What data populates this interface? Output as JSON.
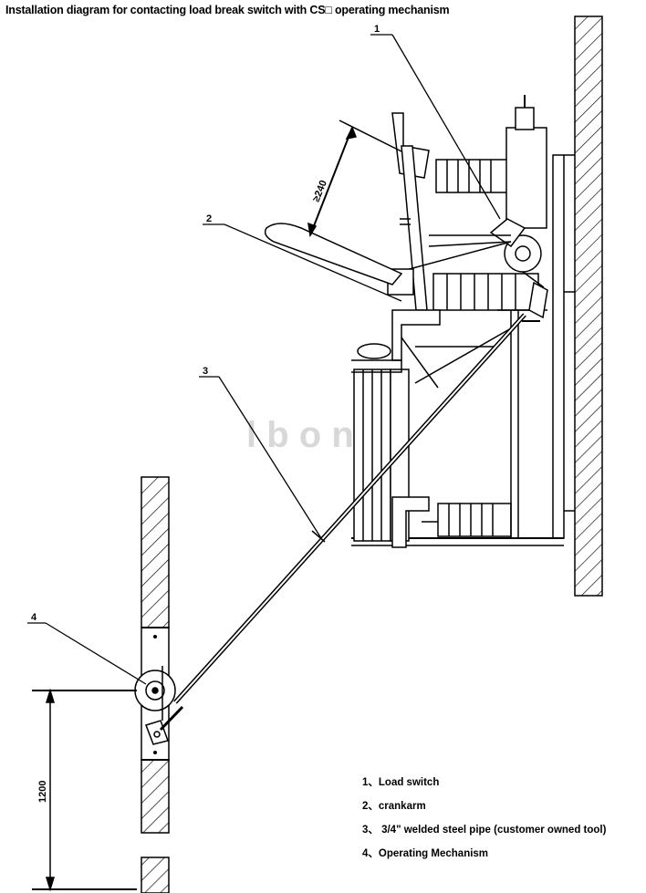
{
  "title": "Installation diagram for contacting load break switch with CS□ operating mechanism",
  "callouts": [
    "1",
    "2",
    "3",
    "4"
  ],
  "dimensions": {
    "clearance": "≥240",
    "height": "1200"
  },
  "watermark": "l b o  n",
  "legend": [
    "1、Load switch",
    "2、crankarm",
    "3、 3/4\" welded steel pipe (customer owned tool)",
    "4、Operating Mechanism"
  ]
}
